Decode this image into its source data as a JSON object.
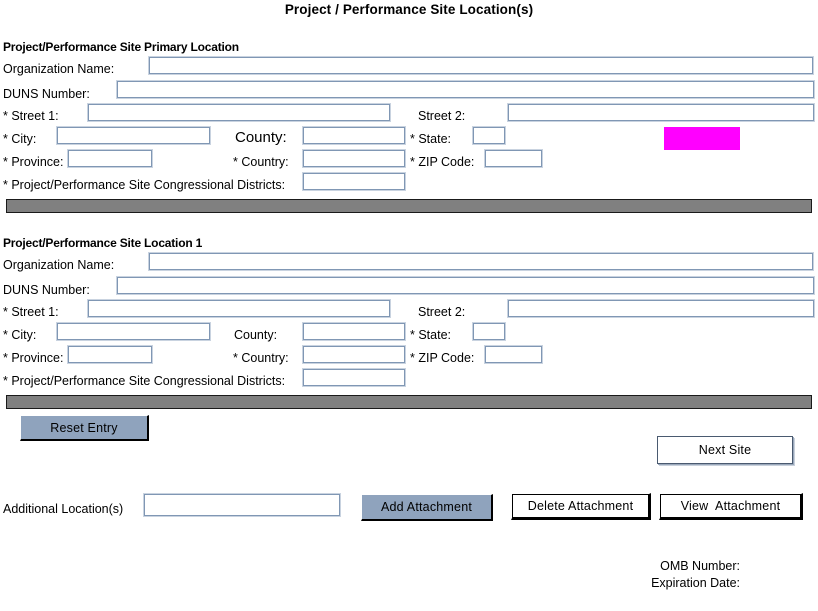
{
  "page": {
    "title": "Project / Performance Site Location(s)"
  },
  "sections": [
    {
      "heading": "Project/Performance Site Primary Location",
      "fields": {
        "organization_name_label": "Organization Name:",
        "organization_name_value": "",
        "duns_number_label": "DUNS Number:",
        "duns_number_value": "",
        "street1_label": "* Street 1:",
        "street1_value": "",
        "street2_label": "Street 2:",
        "street2_value": "",
        "city_label": "* City:",
        "city_value": "",
        "county_label": "County:",
        "county_value": "",
        "state_label": "* State:",
        "state_value": "",
        "province_label": "* Province:",
        "province_value": "",
        "country_label": "* Country:",
        "country_value": "",
        "zip_label": "* ZIP Code:",
        "zip_value": "",
        "districts_label": "* Project/Performance Site Congressional Districts:",
        "districts_value": ""
      }
    },
    {
      "heading": "Project/Performance Site Location 1",
      "fields": {
        "organization_name_label": "Organization Name:",
        "organization_name_value": "",
        "duns_number_label": "DUNS Number:",
        "duns_number_value": "",
        "street1_label": "* Street 1:",
        "street1_value": "",
        "street2_label": "Street 2:",
        "street2_value": "",
        "city_label": "* City:",
        "city_value": "",
        "county_label": "County:",
        "county_value": "",
        "state_label": "* State:",
        "state_value": "",
        "province_label": "* Province:",
        "province_value": "",
        "country_label": "* Country:",
        "country_value": "",
        "zip_label": "* ZIP Code:",
        "zip_value": "",
        "districts_label": "* Project/Performance Site Congressional Districts:",
        "districts_value": ""
      }
    }
  ],
  "buttons": {
    "reset_entry": "Reset Entry",
    "next_site": "Next Site",
    "add_attachment": "Add Attachment",
    "delete_attachment": "Delete Attachment",
    "view_attachment": "View  Attachment"
  },
  "additional": {
    "label": "Additional Location(s)",
    "value": ""
  },
  "footer": {
    "omb_number_label": "OMB Number:",
    "expiration_date_label": "Expiration Date:"
  },
  "colors": {
    "field_border": "#8097b4",
    "separator_fill": "#808080",
    "separator_border": "#1a1a1a",
    "button_blue": "#8fa3bd",
    "highlight_magenta": "#ff00ff",
    "text": "#000000",
    "page_background": "#ffffff"
  }
}
